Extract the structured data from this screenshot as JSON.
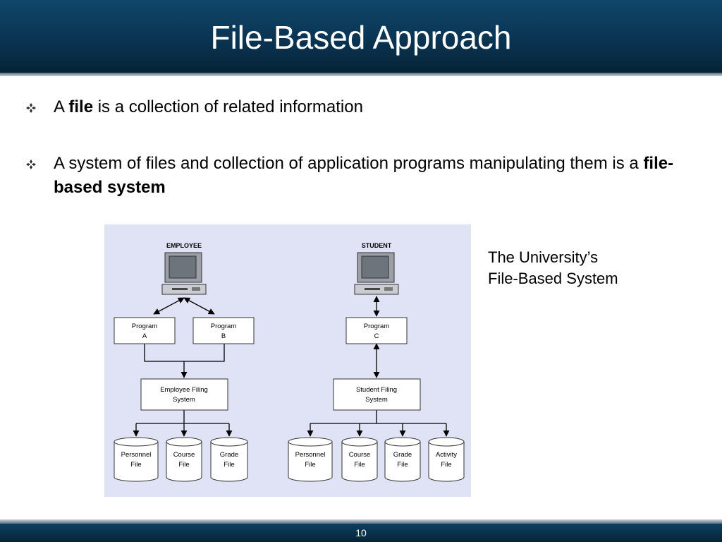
{
  "slide": {
    "title": "File-Based Approach",
    "page_number": "10"
  },
  "bullets": [
    {
      "pre": "A ",
      "bold": "file",
      "post": " is a collection of related information"
    },
    {
      "pre": "A system of files and collection of application programs manipulating them is a ",
      "bold": "file-based system",
      "post": ""
    }
  ],
  "caption": {
    "line1": "The University’s",
    "line2": "File-Based System"
  },
  "diagram": {
    "employee_label": "EMPLOYEE",
    "student_label": "STUDENT",
    "programs": [
      {
        "l1": "Program",
        "l2": "A"
      },
      {
        "l1": "Program",
        "l2": "B"
      },
      {
        "l1": "Program",
        "l2": "C"
      }
    ],
    "filing_systems": [
      {
        "l1": "Employee Filing",
        "l2": "System"
      },
      {
        "l1": "Student Filing",
        "l2": "System"
      }
    ],
    "employee_files": [
      {
        "l1": "Personnel",
        "l2": "File"
      },
      {
        "l1": "Course",
        "l2": "File"
      },
      {
        "l1": "Grade",
        "l2": "File"
      }
    ],
    "student_files": [
      {
        "l1": "Personnel",
        "l2": "File"
      },
      {
        "l1": "Course",
        "l2": "File"
      },
      {
        "l1": "Grade",
        "l2": "File"
      },
      {
        "l1": "Activity",
        "l2": "File"
      }
    ]
  },
  "icons": {
    "bullet": "diamond-bullet-icon",
    "computer": "computer-icon",
    "database": "database-cylinder-icon"
  }
}
